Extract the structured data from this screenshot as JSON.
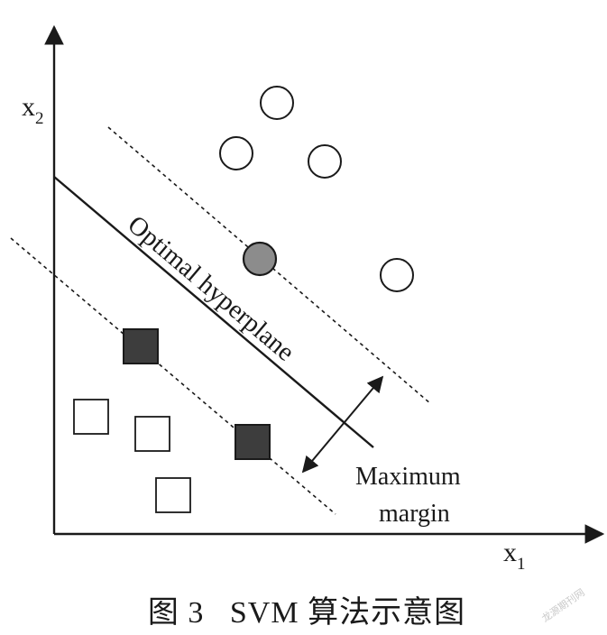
{
  "axes": {
    "y_label": "x",
    "y_subscript": "2",
    "x_label": "x",
    "x_subscript": "1"
  },
  "hyperplane_label": "Optimal hyperplane",
  "margin_label": {
    "line1": "Maximum",
    "line2": "margin"
  },
  "caption": "图 3   SVM 算法示意图",
  "watermark": "龙源期刊网",
  "colors": {
    "ink": "#1a1a1a",
    "support_circle": "#8c8c8c",
    "support_square": "#3d3d3d",
    "open_marker": "#ffffff"
  }
}
